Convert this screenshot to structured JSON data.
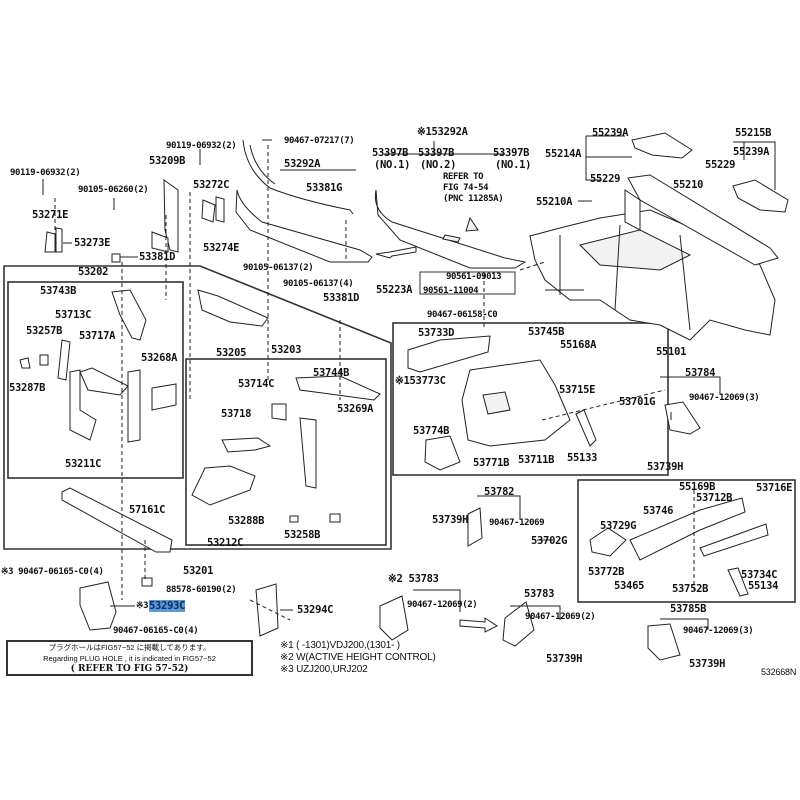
{
  "diagram": {
    "type": "exploded-parts-diagram",
    "figure_code": "532668N",
    "group_labels": {
      "n53202": "53202",
      "n53203": "53203",
      "n53201": "53201",
      "n53205": "53205",
      "n53292a_assy": "※153292A",
      "n53292a": "53292A",
      "n53784": "53784",
      "n53782": "53782",
      "n53783_a": "※2 53783",
      "n53783_b": "53783",
      "n53785b": "53785B",
      "n55215b": "55215B",
      "n55223a": "55223A"
    },
    "part_labels": {
      "p90119_06932_left": "90119-06932(2)",
      "p90119_06932_mid": "90119-06932(2)",
      "p53209b": "53209B",
      "p90105_06260": "90105-06260(2)",
      "p53271e": "53271E",
      "p53273e": "53273E",
      "p53381d_top": "53381D",
      "p53272c": "53272C",
      "p53274e": "53274E",
      "p90467_07217": "90467-07217(7)",
      "p53381g": "53381G",
      "p90105_06137_2": "90105-06137(2)",
      "p90105_06137_4": "90105-06137(4)",
      "p53381d_mid": "53381D",
      "p53397b_1a": "53397B",
      "p53397b_1a_no": "(NO.1)",
      "p53397b_2": "53397B",
      "p53397b_2_no": "(NO.2)",
      "p53397b_1b": "53397B",
      "p53397b_1b_no": "(NO.1)",
      "refer_74_54_line1": "REFER TO",
      "refer_74_54_line2": "FIG 74-54",
      "refer_74_54_line3": "(PNC 11285A)",
      "p90561_09013": "90561-09013",
      "p90561_11004": "90561-11004",
      "p90467_06158": "90467-06158-C0",
      "p55239a_left": "55239A",
      "p55214a": "55214A",
      "p55229_left": "55229",
      "p55239a_right": "55239A",
      "p55229_right": "55229",
      "p55210a": "55210A",
      "p55210": "55210",
      "p55101": "55101",
      "p53743b": "53743B",
      "p53713c": "53713C",
      "p53257b": "53257B",
      "p53717a": "53717A",
      "p53268a": "53268A",
      "p53287b": "53287B",
      "p53211c": "53211C",
      "p53714c": "53714C",
      "p53744b": "53744B",
      "p53718": "53718",
      "p53269a": "53269A",
      "p53288b": "53288B",
      "p53258b": "53258B",
      "p53212c": "53212C",
      "p57161c": "57161C",
      "p53733d": "53733D",
      "p53745b": "53745B",
      "p55168a": "55168A",
      "p53773c": "※153773C",
      "p53715e": "53715E",
      "p53774b": "53774B",
      "p53771b": "53771B",
      "p53711b": "53711B",
      "p55133": "55133",
      "p53701g": "53701G",
      "p90467_12069_3a": "90467-12069(3)",
      "p53739h_a": "53739H",
      "p53739h_b": "53739H",
      "p90467_12069_782": "90467-12069",
      "p53702g": "53702G",
      "p55169b": "55169B",
      "p53716e": "53716E",
      "p53712b": "53712B",
      "p53746": "53746",
      "p53729g": "53729G",
      "p53772b": "53772B",
      "p53465": "53465",
      "p53752b": "53752B",
      "p53734c": "53734C",
      "p55134": "55134",
      "p90467_06165_a": "※3 90467-06165-C0(4)",
      "p88578_60190": "88578-60190(2)",
      "p53293c_prefix": "※3",
      "p53293c": "53293C",
      "p53294c": "53294C",
      "p90467_06165_b": "90467-06165-C0(4)",
      "p90467_12069_2a": "90467-12069(2)",
      "p90467_12069_2b": "90467-12069(2)",
      "p53739h_c": "53739H",
      "p90467_12069_3b": "90467-12069(3)",
      "p53739h_d": "53739H"
    },
    "highlighted_part": "53293C",
    "highlight_color": "#5b9bd5",
    "footnotes": [
      "※1 (      -1301)VDJ200,(1301-      )",
      "※2 W(ACTIVE HEIGHT CONTROL)",
      "※3 UZJ200,URJ202"
    ],
    "plug_hole_note": {
      "japanese": "プラグホールはFIG57−52 に掲載してあります。",
      "english": "Regarding PLUG HOLE , it is indicated in FIG57−52",
      "refer": "( REFER TO FIG 57-52)"
    }
  }
}
